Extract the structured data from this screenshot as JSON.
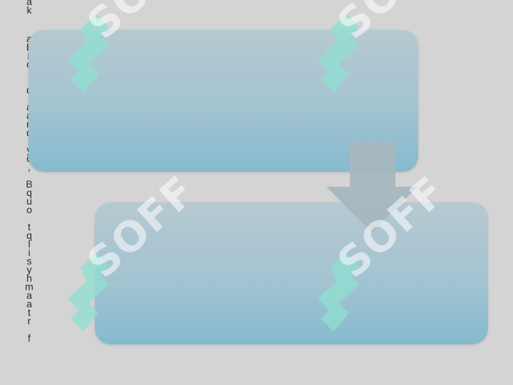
{
  "sidebar_text": {
    "columns": [
      "ák",
      "abrol d,aandiyo, Bquo tqlisyhmaatr f"
    ]
  },
  "diagram": {
    "boxes": [
      {
        "name": "top-box",
        "label": ""
      },
      {
        "name": "bottom-box",
        "label": ""
      }
    ],
    "arrow": {
      "direction": "down"
    }
  },
  "watermark": {
    "text": "SOFF",
    "icon": "soff-logo-icon"
  },
  "colors": {
    "background": "#d4d4d4",
    "box_top": "#b6c9d1",
    "box_bottom": "#86bacf",
    "arrow": "#a7b7bf",
    "watermark_logo": "#8fe0d0"
  }
}
